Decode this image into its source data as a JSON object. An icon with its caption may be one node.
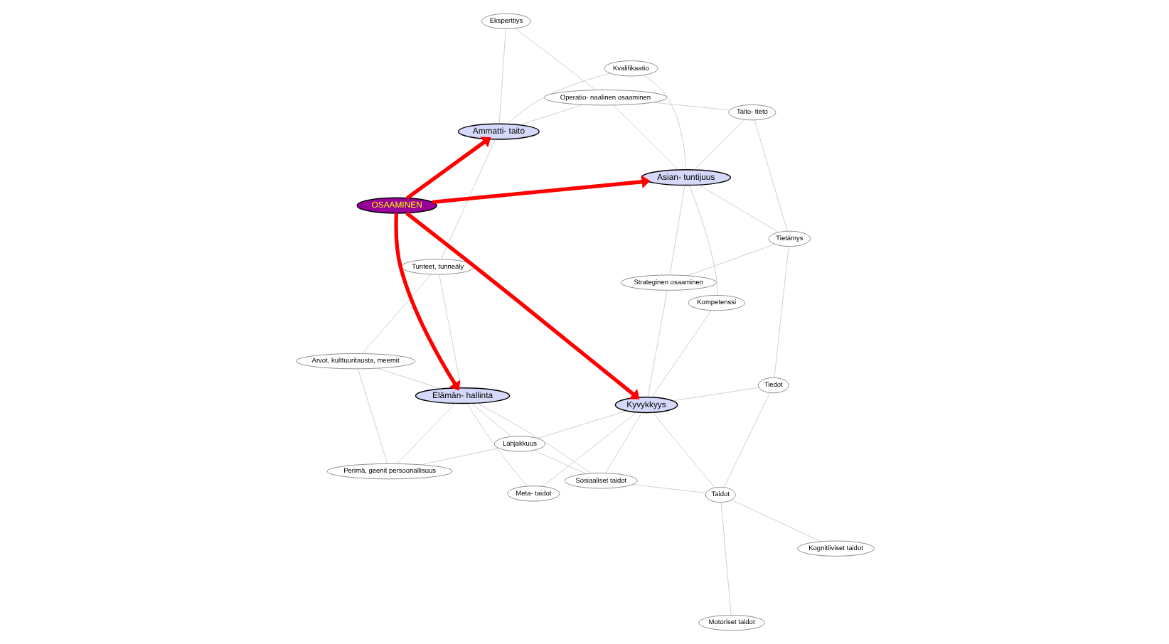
{
  "diagram": {
    "nodes": [
      {
        "text": [
          "Perimä, geenit persoonallisuus"
        ]
      },
      {
        "text": [
          "Arvot, kulttuuritausta, meemit"
        ]
      },
      {
        "text": [
          "Lahjakkuus"
        ]
      },
      {
        "text": [
          "Elämän- hallinta"
        ]
      },
      {
        "text": [
          "Tunteet, tunneäly"
        ]
      },
      {
        "text": [
          "Sosiaaliset taidot"
        ]
      },
      {
        "text": [
          "Meta- taidot"
        ]
      },
      {
        "text": [
          "Kyvykkyys"
        ]
      },
      {
        "text": [
          "OSAAMINEN"
        ]
      },
      {
        "text": [
          "Ammatti- taito"
        ]
      },
      {
        "text": [
          "Taidot"
        ]
      },
      {
        "text": [
          "Motoriset taidot"
        ]
      },
      {
        "text": [
          "Kognitiiviset taidot"
        ]
      },
      {
        "text": [
          "Tiedot"
        ]
      },
      {
        "text": [
          "Kompetenssi"
        ]
      },
      {
        "text": [
          "Asian- tuntijuus"
        ]
      },
      {
        "text": [
          "Kvalifikaatio"
        ]
      },
      {
        "text": [
          "Eksperttiys"
        ]
      },
      {
        "text": [
          "Strateginen osaaminen"
        ]
      },
      {
        "text": [
          "Operatio- naalinen osaaminen"
        ]
      },
      {
        "text": [
          "Tietämys"
        ]
      },
      {
        "text": [
          "Taito- tieto"
        ]
      }
    ],
    "edges": [
      {
        "from": 8,
        "to": 3,
        "arrow": "to",
        "style": "thick",
        "color": "#ff0000"
      },
      {
        "from": 8,
        "to": 7,
        "arrow": "to",
        "style": "thick",
        "color": "#ff0000"
      },
      {
        "from": 8,
        "to": 9,
        "arrow": "to",
        "style": "thick",
        "color": "#ff0000"
      },
      {
        "from": 8,
        "to": 15,
        "arrow": "to",
        "style": "thick",
        "color": "#ff0000"
      },
      {
        "from": 0,
        "to": 1,
        "arrow": "none"
      },
      {
        "from": 0,
        "to": 3,
        "arrow": "none"
      },
      {
        "from": 0,
        "to": 2,
        "arrow": "none"
      },
      {
        "from": 2,
        "to": 3,
        "arrow": "none"
      },
      {
        "from": 2,
        "to": 5,
        "arrow": "none"
      },
      {
        "from": 2,
        "to": 7,
        "arrow": "none"
      },
      {
        "from": 5,
        "to": 3,
        "arrow": "none"
      },
      {
        "from": 6,
        "to": 3,
        "arrow": "none"
      },
      {
        "from": 6,
        "to": 7,
        "arrow": "none"
      },
      {
        "from": 5,
        "to": 7,
        "arrow": "none"
      },
      {
        "from": 5,
        "to": 10,
        "arrow": "none"
      },
      {
        "from": 1,
        "to": 3,
        "arrow": "none"
      },
      {
        "from": 1,
        "to": 4,
        "arrow": "none"
      },
      {
        "from": 3,
        "to": 4,
        "arrow": "none"
      },
      {
        "from": 4,
        "to": 9,
        "arrow": "none"
      },
      {
        "from": 10,
        "to": 7,
        "arrow": "none"
      },
      {
        "from": 10,
        "to": 11,
        "arrow": "none"
      },
      {
        "from": 10,
        "to": 12,
        "arrow": "none"
      },
      {
        "from": 10,
        "to": 13,
        "arrow": "none"
      },
      {
        "from": 13,
        "to": 7,
        "arrow": "none"
      },
      {
        "from": 13,
        "to": 20,
        "arrow": "none"
      },
      {
        "from": 7,
        "to": 18,
        "arrow": "none"
      },
      {
        "from": 7,
        "to": 14,
        "arrow": "none"
      },
      {
        "from": 14,
        "to": 15,
        "arrow": "none"
      },
      {
        "from": 18,
        "to": 15,
        "arrow": "none"
      },
      {
        "from": 18,
        "to": 20,
        "arrow": "none"
      },
      {
        "from": 20,
        "to": 15,
        "arrow": "none"
      },
      {
        "from": 20,
        "to": 21,
        "arrow": "none"
      },
      {
        "from": 15,
        "to": 21,
        "arrow": "none"
      },
      {
        "from": 21,
        "to": 19,
        "arrow": "none"
      },
      {
        "from": 15,
        "to": 16,
        "arrow": "none"
      },
      {
        "from": 15,
        "to": 19,
        "arrow": "none"
      },
      {
        "from": 9,
        "to": 16,
        "arrow": "none"
      },
      {
        "from": 9,
        "to": 19,
        "arrow": "none"
      },
      {
        "from": 9,
        "to": 17,
        "arrow": "none"
      },
      {
        "from": 17,
        "to": 19,
        "arrow": "none"
      }
    ]
  }
}
